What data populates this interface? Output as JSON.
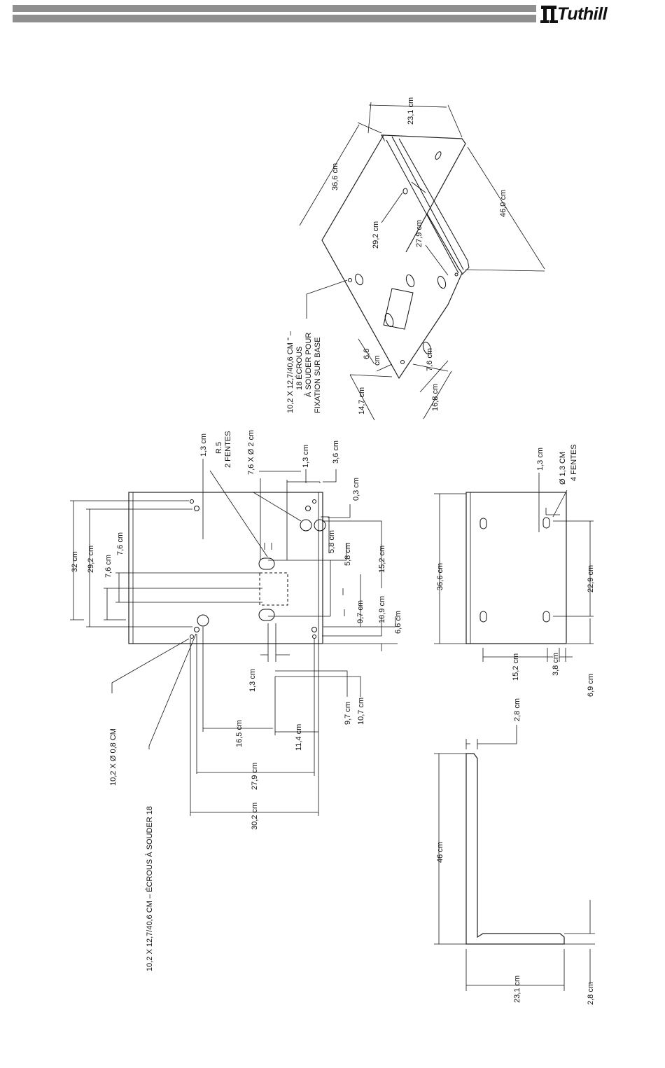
{
  "brand": {
    "name": "Tuthill"
  },
  "view_iso": {
    "dims": [
      "23,1 cm",
      "36,6 cm",
      "46,0 cm",
      "29,2 cm",
      "27,9 cm",
      "6,6",
      "cm",
      "7,6 cm",
      "14,7 cm",
      "16,8 cm"
    ],
    "note": [
      "10,2 X 12,7/40,6 CM \" –",
      "18 ÉCROUS",
      "À SOUDER POUR",
      "FIXATION SUR BASE"
    ]
  },
  "view_plan": {
    "dims": [
      "32 cm",
      "29,2 cm",
      "7,6 cm",
      "7,6 cm",
      "1,3 cm",
      "R.5",
      "2 FENTES",
      "7,6  X Ø 2 cm",
      "1,3 cm",
      "3,6 cm",
      "0,3 cm",
      "5,8 cm",
      "5,8 cm",
      "15,2 cm",
      "9,7 cm",
      "10,9 cm",
      "6,6 cm",
      "1,3 cm",
      "9,7 cm",
      "10,7 cm",
      "16,5 cm",
      "11,4 cm",
      "27,9 cm",
      "30,2 cm"
    ],
    "note_holes": "10,2 X Ø 0,8 CM",
    "note_nuts": "10,2 X 12,7/40,6 CM – ÉCROUS À SOUDER 18"
  },
  "view_side": {
    "dims": [
      "36,6 cm",
      "1,3 cm",
      "Ø 1,3 CM",
      "4 FENTES",
      "22,9 cm",
      "15,2 cm",
      "3,8 cm",
      "6,9 cm"
    ]
  },
  "view_end": {
    "dims": [
      "2,8 cm",
      "46 cm",
      "23,1 cm",
      "2,8 cm"
    ]
  }
}
